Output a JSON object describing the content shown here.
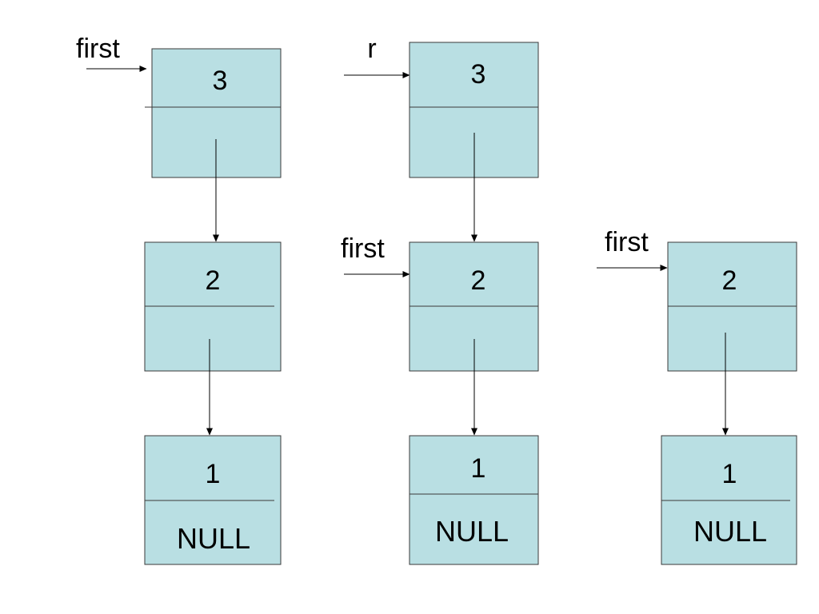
{
  "lists": [
    {
      "pointers": [
        {
          "label": "first",
          "target": 0
        }
      ],
      "nodes": [
        {
          "value": "3",
          "next_label": ""
        },
        {
          "value": "2",
          "next_label": ""
        },
        {
          "value": "1",
          "next_label": "NULL"
        }
      ]
    },
    {
      "pointers": [
        {
          "label": "r",
          "target": 0
        },
        {
          "label": "first",
          "target": 1
        }
      ],
      "nodes": [
        {
          "value": "3",
          "next_label": ""
        },
        {
          "value": "2",
          "next_label": ""
        },
        {
          "value": "1",
          "next_label": "NULL"
        }
      ]
    },
    {
      "pointers": [
        {
          "label": "first",
          "target": 0
        }
      ],
      "nodes": [
        {
          "value": "2",
          "next_label": ""
        },
        {
          "value": "1",
          "next_label": "NULL"
        }
      ]
    }
  ],
  "colors": {
    "node_fill": "#b9dfe3",
    "node_stroke": "#3a3a3a",
    "arrow": "#000000"
  }
}
